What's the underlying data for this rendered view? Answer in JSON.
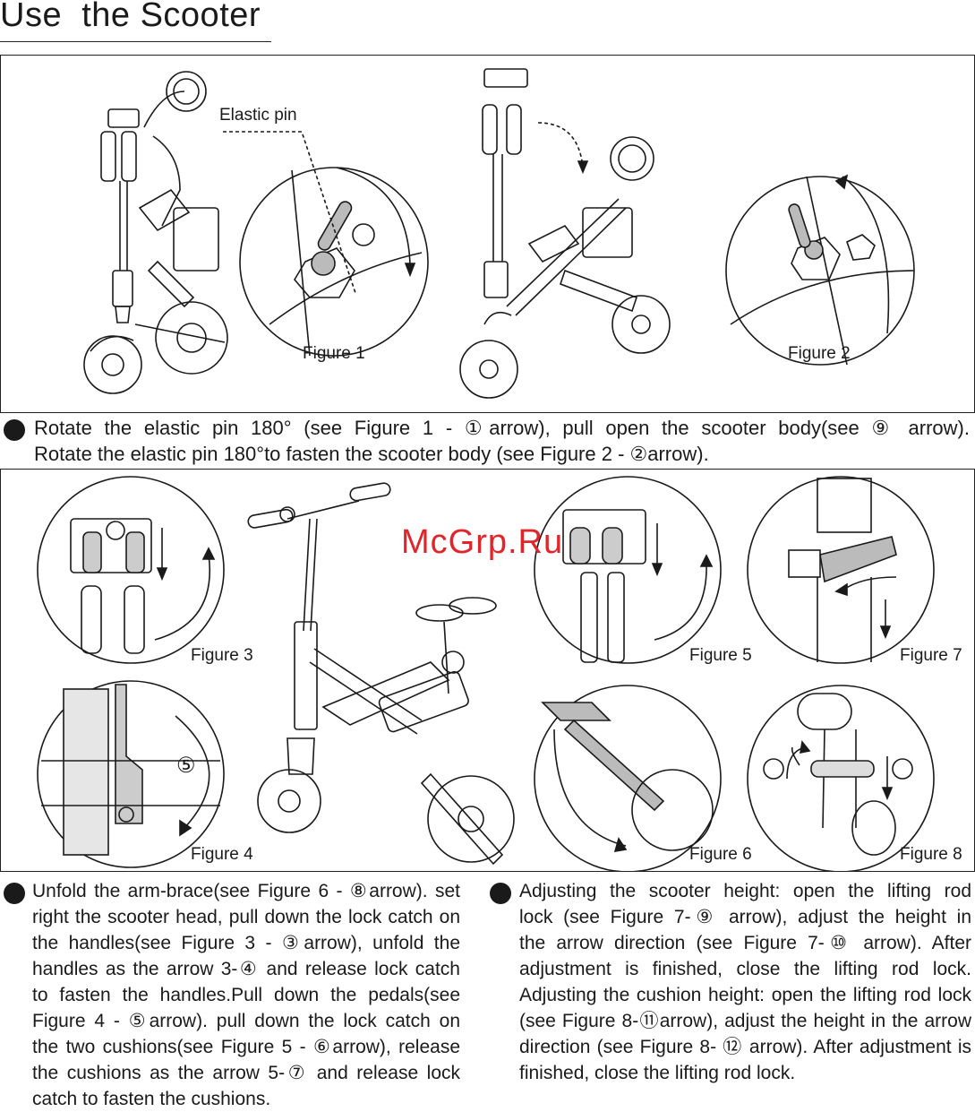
{
  "page": {
    "title": "Use  the Scooter",
    "watermark": "McGrp.Ru"
  },
  "panel_top": {
    "elastic_pin_label": "Elastic pin",
    "figure1": "Figure 1",
    "figure2": "Figure 2"
  },
  "instruction1": {
    "line1": "Rotate the elastic pin 180° (see Figure 1 - ①arrow), pull open the scooter body(see ⑨ arrow).",
    "line2": "Rotate the elastic pin 180°to fasten the scooter body (see Figure 2 - ②arrow)."
  },
  "panel_bottom": {
    "figure3": "Figure 3",
    "figure4": "Figure 4",
    "figure5": "Figure 5",
    "figure6": "Figure 6",
    "figure7": "Figure 7",
    "figure8": "Figure 8",
    "circled5": "⑤"
  },
  "instruction_left": [
    "Unfold the arm-brace(see Figure 6 - ⑧arrow).  set",
    "right the scooter head, pull down the lock catch on",
    "the handles(see Figure 3 - ③arrow), unfold the",
    "handles as the arrow 3-④ and release lock catch",
    "to fasten the handles.Pull down the pedals(see",
    "Figure 4 - ⑤arrow). pull down the lock catch on",
    "the two cushions(see Figure 5 - ⑥arrow), release",
    "the cushions as the arrow 5-⑦ and release lock",
    "catch to fasten the cushions."
  ],
  "instruction_right": [
    "Adjusting the scooter height: open the lifting rod",
    "lock (see Figure 7-⑨ arrow), adjust the height in",
    "the arrow direction (see Figure 7-⑩ arrow). After",
    "adjustment is finished, close the lifting rod lock.",
    "Adjusting the cushion height: open the lifting rod lock",
    "(see Figure 8-⑪arrow), adjust the height in the arrow",
    "direction (see Figure 8- ⑫ arrow). After adjustment is",
    "finished, close the lifting rod lock."
  ]
}
